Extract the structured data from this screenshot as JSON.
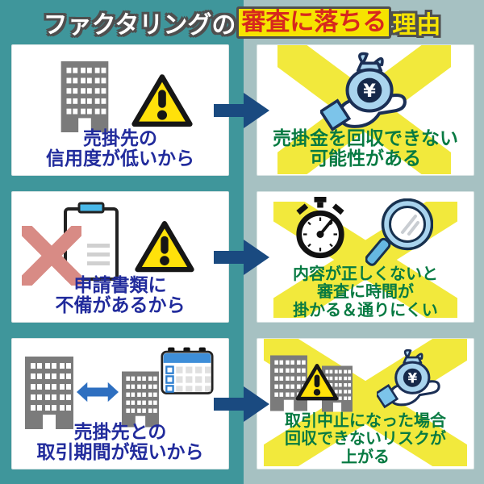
{
  "title": {
    "prefix": "ファクタリングの",
    "highlight": "審査に落ちる",
    "suffix": "理由"
  },
  "rows": [
    {
      "cause": {
        "lines": [
          "売掛先の",
          "信用度が低いから"
        ]
      },
      "result": {
        "lines": [
          "売掛金を回収できない",
          "可能性がある"
        ]
      }
    },
    {
      "cause": {
        "lines": [
          "申請書類に",
          "不備があるから"
        ]
      },
      "result": {
        "lines": [
          "内容が正しくないと",
          "審査に時間が",
          "掛かる＆通りにくい"
        ]
      }
    },
    {
      "cause": {
        "lines": [
          "売掛先との",
          "取引期間が短いから"
        ]
      },
      "result": {
        "lines": [
          "取引中止になった場合",
          "回収できないリスクが",
          "上がる"
        ]
      }
    }
  ],
  "money_bag_symbol": "¥",
  "icons": [
    "building-icon",
    "warning-icon",
    "money-bag-hand-icon",
    "cross-icon",
    "clipboard-icon",
    "stopwatch-icon",
    "magnifier-icon",
    "calendar-icon",
    "exchange-arrow-icon",
    "arrow-right-icon",
    "x-mark-icon"
  ],
  "colors": {
    "background_left": "#3f969b",
    "background_right": "#a6c1c2",
    "card": "#ffffff",
    "cause_text": "#212b9c",
    "result_text": "#077a42",
    "title_text": "#ffffff",
    "title_highlight_text": "#d7281d",
    "title_highlight_bg": "#f6e300",
    "title_outline": "#4f4f4f",
    "flow_arrow": "#1a4a80",
    "warning_yellow": "#ffe10a",
    "x_yellow": "#f2e93c",
    "x_red": "#d88b85",
    "building_gray": "#7b7b7b",
    "accent_blue": "#2e6fc0",
    "bag_blue": "#a9d4ee"
  }
}
